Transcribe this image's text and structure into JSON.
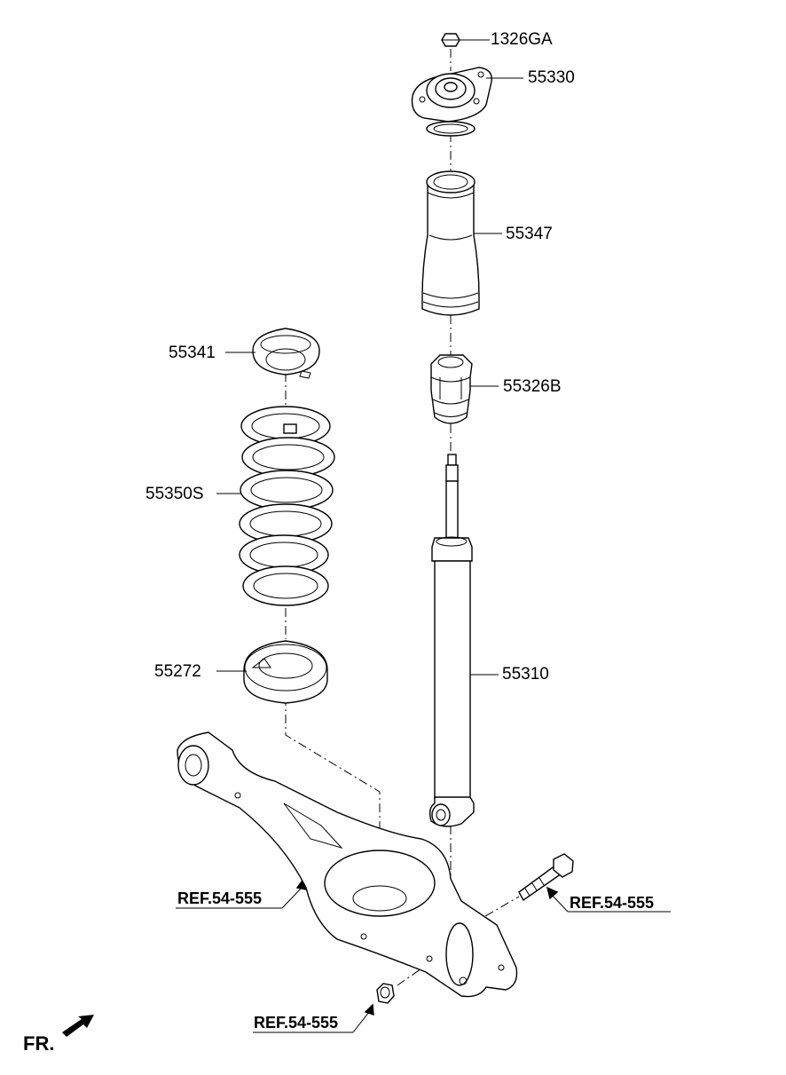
{
  "parts": {
    "nut_top": "1326GA",
    "mount": "55330",
    "dust_cover": "55347",
    "bumper": "55326B",
    "upper_seat": "55341",
    "spring": "55350S",
    "lower_seat": "55272",
    "shock": "55310"
  },
  "references": {
    "arm_ref": "REF.54-555",
    "bolt_ref": "REF.54-555",
    "nut_ref": "REF.54-555"
  },
  "front_marker": "FR."
}
